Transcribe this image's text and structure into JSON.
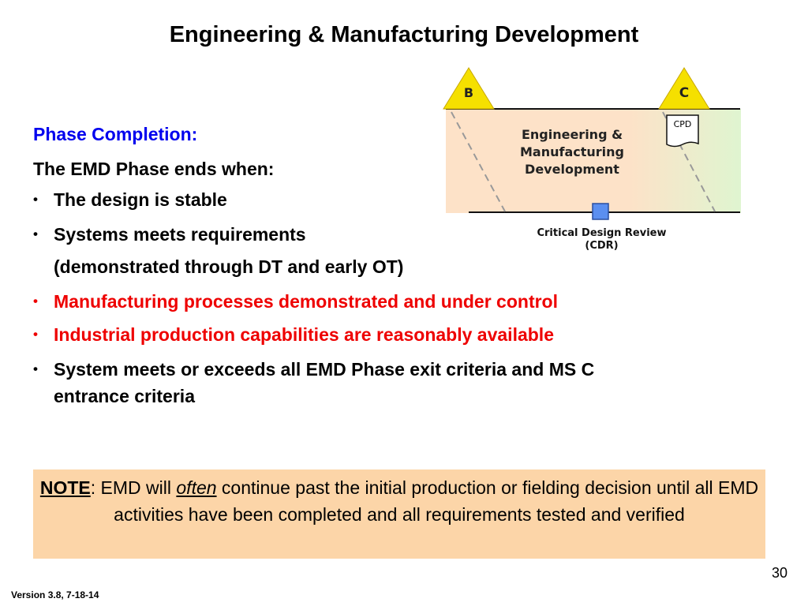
{
  "title": "Engineering & Manufacturing Development",
  "phase_heading": "Phase Completion:",
  "intro": "The EMD Phase ends when:",
  "bullets": [
    {
      "symbol": "•",
      "text": "The design is stable",
      "color": "#000000"
    },
    {
      "symbol": "•",
      "text": "Systems meets requirements",
      "color": "#000000"
    },
    {
      "symbol": "",
      "text": "(demonstrated through DT and early OT)",
      "color": "#000000"
    },
    {
      "symbol": "•",
      "text": "Manufacturing processes demonstrated and under control",
      "color": "#ee0000"
    },
    {
      "symbol": "•",
      "text": "Industrial production capabilities are reasonably available",
      "color": "#ee0000"
    },
    {
      "symbol": "•",
      "text": "System meets or exceeds all EMD Phase exit criteria and MS C",
      "color": "#000000"
    },
    {
      "symbol": "",
      "text": "entrance criteria",
      "color": "#000000"
    }
  ],
  "diagram": {
    "milestone_b": "B",
    "milestone_c": "C",
    "milestone_color": "#f5e000",
    "phase_label_line1": "Engineering &",
    "phase_label_line2": "Manufacturing",
    "phase_label_line3": "Development",
    "document_label": "CPD",
    "review_label_line1": "Critical Design Review",
    "review_label_line2": "(CDR)",
    "review_marker_color": "#5b8ff0",
    "phase_fill_color": "#fde2c8",
    "phase_end_color": "#dff5d0"
  },
  "note": {
    "label": "NOTE",
    "part1": ": EMD will ",
    "emphasis": "often",
    "part2": " continue past the initial production or fielding decision until all EMD activities have been completed and all requirements tested and verified",
    "background": "#fcd5a8"
  },
  "page_number": "30",
  "version": "Version 3.8, 7-18-14"
}
